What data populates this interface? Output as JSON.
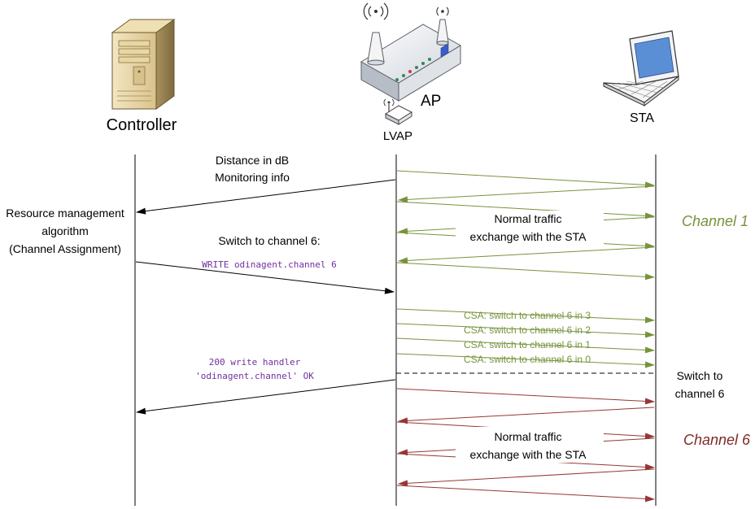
{
  "colors": {
    "black": "#000000",
    "green": "#77933c",
    "red": "#953735",
    "purple": "#7030a0",
    "channel1": "#77933c",
    "channel6": "#7f2a27"
  },
  "entities": {
    "controller": {
      "label": "Controller",
      "icon": "server-tower-icon"
    },
    "ap": {
      "label": "AP",
      "icon": "wireless-router-icon"
    },
    "lvap": {
      "label": "LVAP",
      "icon": "virtual-ap-icon"
    },
    "sta": {
      "label": "STA",
      "icon": "laptop-icon"
    }
  },
  "messages": {
    "monitoring": [
      "Distance in dB",
      "Monitoring info"
    ],
    "resource_algo": [
      "Resource management",
      "algorithm",
      "(Channel Assignment)"
    ],
    "switch_cmd": "Switch to channel 6:",
    "write_cmd": "WRITE odinagent.channel 6",
    "normal_traffic_1": [
      "Normal traffic",
      "exchange with the STA"
    ],
    "csa": [
      "CSA: switch to channel 6 in 3",
      "CSA: switch to channel 6 in 2",
      "CSA: switch to channel 6 in 1",
      "CSA: switch to channel 6 in 0"
    ],
    "write_reply": [
      "200 write handler",
      "'odinagent.channel' OK"
    ],
    "switch_done": [
      "Switch to",
      "channel 6"
    ],
    "normal_traffic_6": [
      "Normal traffic",
      "exchange with the STA"
    ]
  },
  "channels": {
    "channel1": "Channel 1",
    "channel6": "Channel 6"
  }
}
